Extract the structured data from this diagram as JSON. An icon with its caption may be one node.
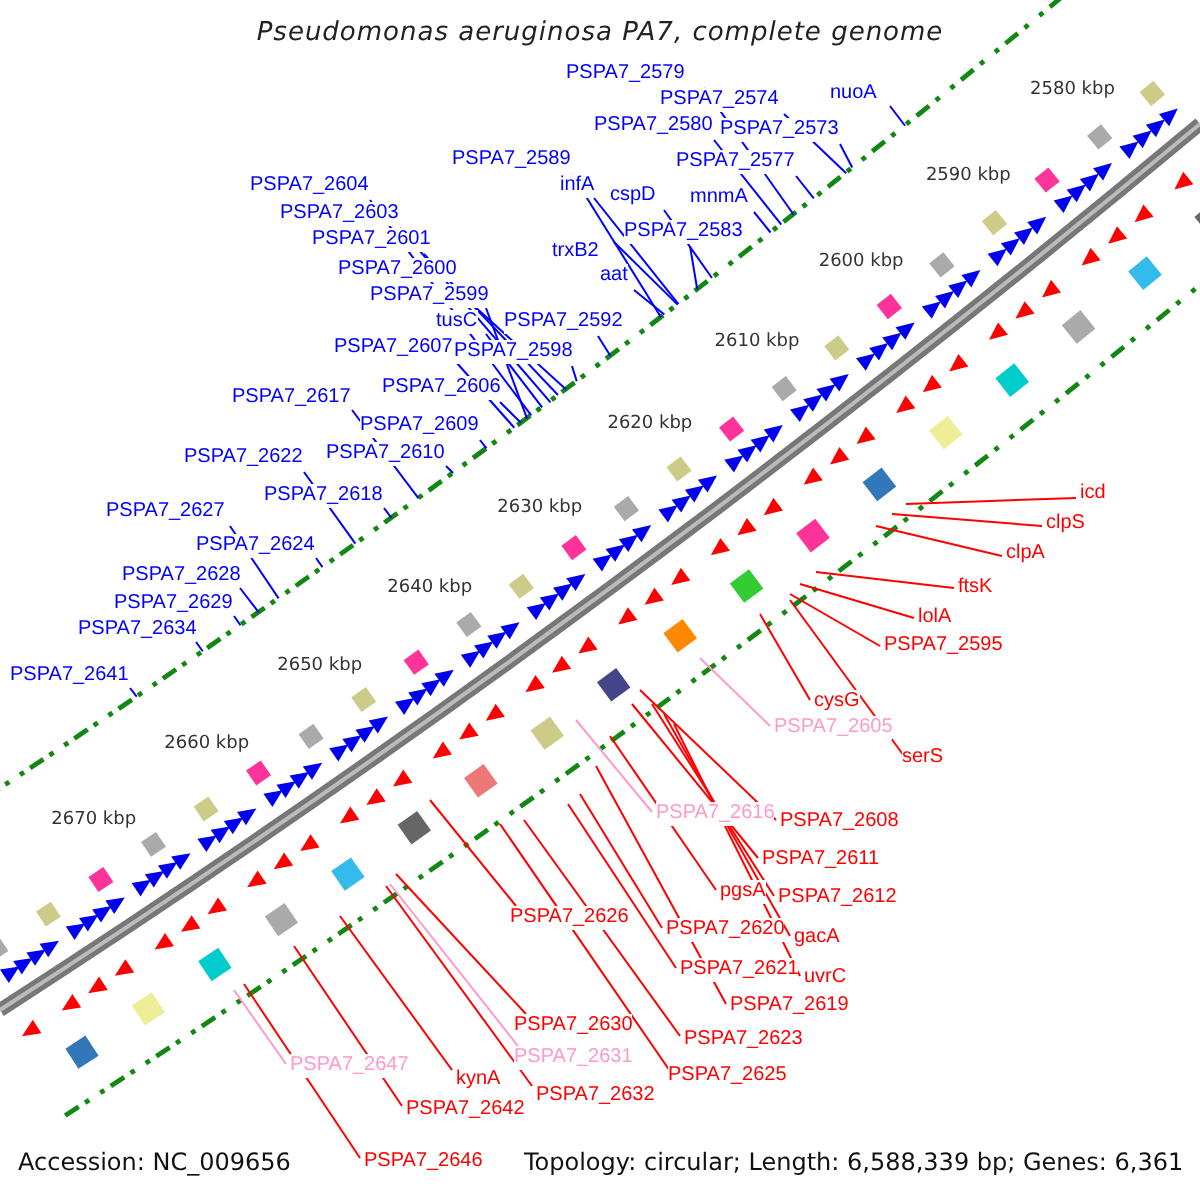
{
  "diagram": {
    "title": "Pseudomonas aeruginosa PA7, complete genome",
    "nodes": [
      {
        "text": [
          "PSPA7_2579"
        ]
      },
      {
        "text": [
          "PSPA7_2574"
        ]
      },
      {
        "text": [
          "nuoA"
        ]
      },
      {
        "text": [
          "PSPA7_2580"
        ]
      },
      {
        "text": [
          "PSPA7_2573"
        ]
      },
      {
        "text": [
          "PSPA7_2589"
        ]
      },
      {
        "text": [
          "PSPA7_2577"
        ]
      },
      {
        "text": [
          "infA"
        ]
      },
      {
        "text": [
          "cspD"
        ]
      },
      {
        "text": [
          "mnmA"
        ]
      },
      {
        "text": [
          "PSPA7_2604"
        ]
      },
      {
        "text": [
          "PSPA7_2583"
        ]
      },
      {
        "text": [
          "PSPA7_2603"
        ]
      },
      {
        "text": [
          "PSPA7_2601"
        ]
      },
      {
        "text": [
          "trxB2"
        ]
      },
      {
        "text": [
          "aat"
        ]
      },
      {
        "text": [
          "PSPA7_2600"
        ]
      },
      {
        "text": [
          "PSPA7_2599"
        ]
      },
      {
        "text": [
          "tusC"
        ]
      },
      {
        "text": [
          "PSPA7_2592"
        ]
      },
      {
        "text": [
          "PSPA7_2607"
        ]
      },
      {
        "text": [
          "PSPA7_2598"
        ]
      },
      {
        "text": [
          "PSPA7_2617"
        ]
      },
      {
        "text": [
          "PSPA7_2606"
        ]
      },
      {
        "text": [
          "PSPA7_2609"
        ]
      },
      {
        "text": [
          "PSPA7_2622"
        ]
      },
      {
        "text": [
          "PSPA7_2610"
        ]
      },
      {
        "text": [
          "PSPA7_2618"
        ]
      },
      {
        "text": [
          "PSPA7_2627"
        ]
      },
      {
        "text": [
          "PSPA7_2624"
        ]
      },
      {
        "text": [
          "PSPA7_2628"
        ]
      },
      {
        "text": [
          "PSPA7_2629"
        ]
      },
      {
        "text": [
          "PSPA7_2634"
        ]
      },
      {
        "text": [
          "PSPA7_2641"
        ]
      },
      {
        "text": [
          "icd"
        ]
      },
      {
        "text": [
          "clpS"
        ]
      },
      {
        "text": [
          "clpA"
        ]
      },
      {
        "text": [
          "ftsK"
        ]
      },
      {
        "text": [
          "lolA"
        ]
      },
      {
        "text": [
          "PSPA7_2595"
        ]
      },
      {
        "text": [
          "cysG"
        ]
      },
      {
        "text": [
          "PSPA7_2605"
        ]
      },
      {
        "text": [
          "serS"
        ]
      },
      {
        "text": [
          "PSPA7_2616"
        ]
      },
      {
        "text": [
          "PSPA7_2608"
        ]
      },
      {
        "text": [
          "PSPA7_2611"
        ]
      },
      {
        "text": [
          "pgsA"
        ]
      },
      {
        "text": [
          "PSPA7_2612"
        ]
      },
      {
        "text": [
          "gacA"
        ]
      },
      {
        "text": [
          "PSPA7_2620"
        ]
      },
      {
        "text": [
          "uvrC"
        ]
      },
      {
        "text": [
          "PSPA7_2621"
        ]
      },
      {
        "text": [
          "PSPA7_2619"
        ]
      },
      {
        "text": [
          "PSPA7_2626"
        ]
      },
      {
        "text": [
          "PSPA7_2623"
        ]
      },
      {
        "text": [
          "PSPA7_2630"
        ]
      },
      {
        "text": [
          "PSPA7_2625"
        ]
      },
      {
        "text": [
          "PSPA7_2631"
        ]
      },
      {
        "text": [
          "PSPA7_2647"
        ]
      },
      {
        "text": [
          "kynA"
        ]
      },
      {
        "text": [
          "PSPA7_2632"
        ]
      },
      {
        "text": [
          "PSPA7_2642"
        ]
      },
      {
        "text": [
          "PSPA7_2646"
        ]
      }
    ],
    "edges": [
      {
        "from": 0,
        "to": null,
        "arrow": "none"
      },
      {
        "from": 1,
        "to": null,
        "arrow": "none"
      },
      {
        "from": 2,
        "to": null,
        "arrow": "none"
      },
      {
        "from": 3,
        "to": null,
        "arrow": "none"
      },
      {
        "from": 4,
        "to": null,
        "arrow": "none"
      },
      {
        "from": 5,
        "to": null,
        "arrow": "none"
      },
      {
        "from": 6,
        "to": null,
        "arrow": "none"
      },
      {
        "from": 7,
        "to": null,
        "arrow": "none"
      },
      {
        "from": 8,
        "to": null,
        "arrow": "none"
      },
      {
        "from": 9,
        "to": null,
        "arrow": "none"
      },
      {
        "from": 10,
        "to": null,
        "arrow": "none"
      },
      {
        "from": 11,
        "to": null,
        "arrow": "none"
      },
      {
        "from": 12,
        "to": null,
        "arrow": "none"
      },
      {
        "from": 13,
        "to": null,
        "arrow": "none"
      },
      {
        "from": 14,
        "to": null,
        "arrow": "none"
      },
      {
        "from": 15,
        "to": null,
        "arrow": "none"
      },
      {
        "from": 16,
        "to": null,
        "arrow": "none"
      },
      {
        "from": 17,
        "to": null,
        "arrow": "none"
      },
      {
        "from": 18,
        "to": null,
        "arrow": "none"
      },
      {
        "from": 19,
        "to": null,
        "arrow": "none"
      },
      {
        "from": 20,
        "to": null,
        "arrow": "none"
      },
      {
        "from": 21,
        "to": null,
        "arrow": "none"
      },
      {
        "from": 22,
        "to": null,
        "arrow": "none"
      },
      {
        "from": 23,
        "to": null,
        "arrow": "none"
      },
      {
        "from": 24,
        "to": null,
        "arrow": "none"
      },
      {
        "from": 25,
        "to": null,
        "arrow": "none"
      },
      {
        "from": 26,
        "to": null,
        "arrow": "none"
      },
      {
        "from": 27,
        "to": null,
        "arrow": "none"
      },
      {
        "from": 28,
        "to": null,
        "arrow": "none"
      },
      {
        "from": 29,
        "to": null,
        "arrow": "none"
      },
      {
        "from": 30,
        "to": null,
        "arrow": "none"
      },
      {
        "from": 31,
        "to": null,
        "arrow": "none"
      },
      {
        "from": 32,
        "to": null,
        "arrow": "none"
      },
      {
        "from": 33,
        "to": null,
        "arrow": "none"
      },
      {
        "from": 34,
        "to": null,
        "arrow": "none",
        "color": "#ff0000"
      },
      {
        "from": 35,
        "to": null,
        "arrow": "none",
        "color": "#ff0000"
      },
      {
        "from": 36,
        "to": null,
        "arrow": "none",
        "color": "#ff0000"
      },
      {
        "from": 37,
        "to": null,
        "arrow": "none",
        "color": "#ff0000"
      },
      {
        "from": 38,
        "to": null,
        "arrow": "none",
        "color": "#ff0000"
      },
      {
        "from": 39,
        "to": null,
        "arrow": "none",
        "color": "#ff0000"
      },
      {
        "from": 40,
        "to": null,
        "arrow": "none",
        "color": "#ff0000"
      },
      {
        "from": 41,
        "to": null,
        "arrow": "none",
        "color": "#ff99cc"
      },
      {
        "from": 42,
        "to": null,
        "arrow": "none",
        "color": "#ff0000"
      },
      {
        "from": 43,
        "to": null,
        "arrow": "none",
        "color": "#ff99cc"
      },
      {
        "from": 44,
        "to": null,
        "arrow": "none",
        "color": "#ff0000"
      },
      {
        "from": 45,
        "to": null,
        "arrow": "none",
        "color": "#ff0000"
      },
      {
        "from": 46,
        "to": null,
        "arrow": "none",
        "color": "#ff0000"
      },
      {
        "from": 47,
        "to": null,
        "arrow": "none",
        "color": "#ff0000"
      },
      {
        "from": 48,
        "to": null,
        "arrow": "none",
        "color": "#ff0000"
      },
      {
        "from": 49,
        "to": null,
        "arrow": "none",
        "color": "#ff0000"
      },
      {
        "from": 50,
        "to": null,
        "arrow": "none",
        "color": "#ff0000"
      },
      {
        "from": 51,
        "to": null,
        "arrow": "none",
        "color": "#ff0000"
      },
      {
        "from": 52,
        "to": null,
        "arrow": "none",
        "color": "#ff0000"
      },
      {
        "from": 53,
        "to": null,
        "arrow": "none",
        "color": "#ff0000"
      },
      {
        "from": 54,
        "to": null,
        "arrow": "none",
        "color": "#ff0000"
      },
      {
        "from": 55,
        "to": null,
        "arrow": "none",
        "color": "#ff0000"
      },
      {
        "from": 56,
        "to": null,
        "arrow": "none",
        "color": "#ff0000"
      },
      {
        "from": 57,
        "to": null,
        "arrow": "none",
        "color": "#ff99cc"
      },
      {
        "from": 58,
        "to": null,
        "arrow": "none",
        "color": "#ff99cc"
      },
      {
        "from": 59,
        "to": null,
        "arrow": "none",
        "color": "#ff0000"
      },
      {
        "from": 60,
        "to": null,
        "arrow": "none",
        "color": "#ff0000"
      },
      {
        "from": 61,
        "to": null,
        "arrow": "none",
        "color": "#ff0000"
      },
      {
        "from": 62,
        "to": null,
        "arrow": "none",
        "color": "#ff0000"
      }
    ],
    "labels": [
      "2580 kbp",
      "2590 kbp",
      "2600 kbp",
      "2610 kbp",
      "2620 kbp",
      "2630 kbp",
      "2640 kbp",
      "2650 kbp",
      "2660 kbp",
      "2670 kbp",
      "Accession: NC_009656",
      "Topology: circular; Length: 6,588,339 bp; Genes: 6,361"
    ]
  }
}
